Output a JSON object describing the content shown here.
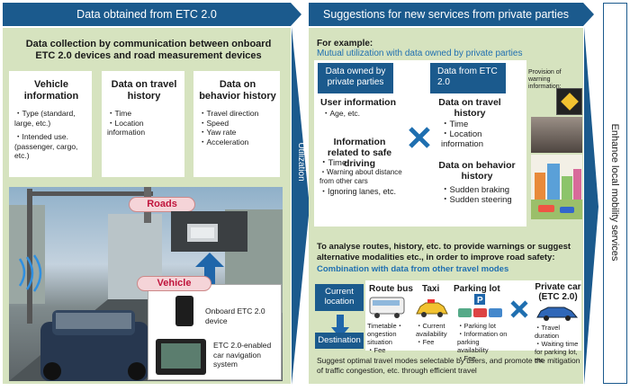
{
  "left": {
    "header": "Data obtained from ETC 2.0",
    "title": "Data collection by communication between onboard ETC 2.0 devices and road measurement devices",
    "cards": [
      {
        "title": "Vehicle information",
        "items": [
          "・Type (standard, large, etc.)",
          "・Intended use. (passenger, cargo, etc.)"
        ]
      },
      {
        "title": "Data on travel history",
        "items": [
          "・Time",
          "・Location information"
        ]
      },
      {
        "title": "Data on behavior history",
        "items": [
          "・Travel direction",
          "・Speed",
          "・Yaw rate",
          "・Acceleration"
        ]
      }
    ],
    "roads_label": "Roads",
    "vehicle_label": "Vehicle",
    "device1": "Onboard ETC 2.0 device",
    "device2": "ETC 2.0-enabled car navigation system",
    "utilization": "Utilization"
  },
  "right": {
    "header": "Suggestions for new services from private parties",
    "example_label": "For example:",
    "example_sub": "Mutual utilization with data owned by private parties",
    "box_private": "Data owned by private parties",
    "box_etc": "Data from ETC 2.0",
    "warning_caption": "Provision of warning information:",
    "user_info_title": "User information",
    "user_info_items": [
      "・Age, etc."
    ],
    "safe_title": "Information related to safe driving",
    "safe_items": [
      "・Time",
      "・Warning about distance from other cars",
      "・Ignoring lanes, etc."
    ],
    "travel_title": "Data on travel history",
    "travel_items": [
      "・Time",
      "・Location information"
    ],
    "behavior_title": "Data on behavior history",
    "behavior_items": [
      "・Sudden braking",
      "・Sudden steering"
    ],
    "analyse_text": "To analyse routes, history, etc. to provide warnings or suggest alternative modalities etc., in order to improve road safety:",
    "combination": "Combination with data from other travel modes",
    "current_location": "Current location",
    "destination": "Destination",
    "modes": [
      {
        "title": "Route bus",
        "items": [
          "Timetable・ongestion situation",
          "・Fee"
        ]
      },
      {
        "title": "Taxi",
        "items": [
          "・Current availability",
          "・Fee"
        ]
      },
      {
        "title": "Parking lot",
        "items": [
          "・Parking lot",
          "・Information on parking availability",
          "・Fee"
        ]
      },
      {
        "title": "Private car (ETC 2.0)",
        "items": [
          "・Travel duration",
          "・Waiting time for parking lot, etc"
        ]
      }
    ],
    "suggest": "Suggest optimal travel modes selectable by users, and promote the mitigation of traffic congestion, etc. through efficient travel"
  },
  "side_label": "Enhance local mobility services"
}
